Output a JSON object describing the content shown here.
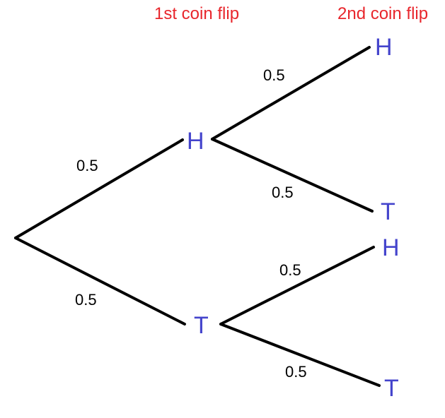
{
  "headers": {
    "first": "1st coin flip",
    "second": "2nd coin flip"
  },
  "colors": {
    "header": "#e8262c",
    "node": "#4444cc",
    "branch": "#000000",
    "probability": "#000000"
  },
  "tree": {
    "first_flip": {
      "heads": {
        "label": "H",
        "probability": "0.5"
      },
      "tails": {
        "label": "T",
        "probability": "0.5"
      }
    },
    "second_flip_after_heads": {
      "heads": {
        "label": "H",
        "probability": "0.5"
      },
      "tails": {
        "label": "T",
        "probability": "0.5"
      }
    },
    "second_flip_after_tails": {
      "heads": {
        "label": "H",
        "probability": "0.5"
      },
      "tails": {
        "label": "T",
        "probability": "0.5"
      }
    }
  }
}
